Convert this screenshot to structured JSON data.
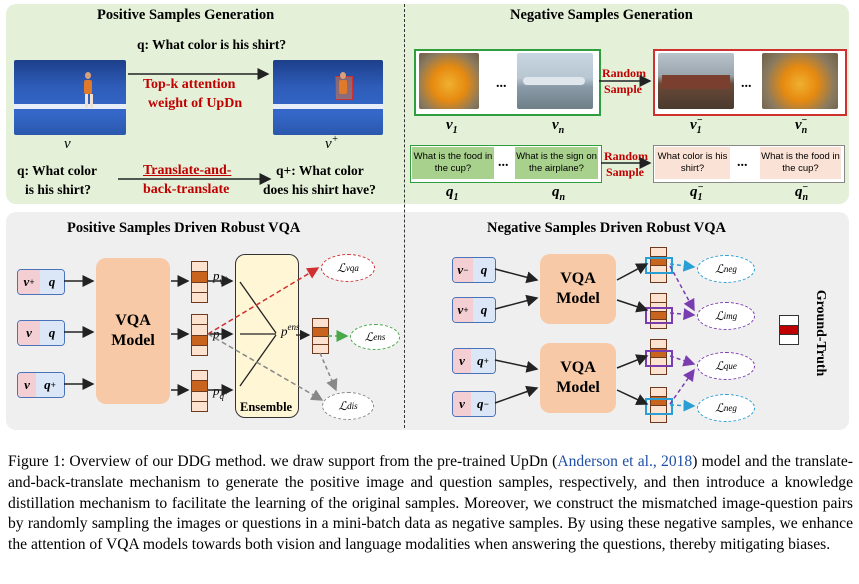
{
  "top_left": {
    "title": "Positive Samples Generation",
    "question": "q: What color is his shirt?",
    "attention_label_1": "Top-k attention",
    "attention_label_2": "weight of UpDn",
    "v_label": "v",
    "v_plus_label": "v+",
    "q_left_1": "q: What color",
    "q_left_2": "is his shirt?",
    "translate_label_1": "Translate-and-",
    "translate_label_2": "back-translate",
    "q_plus_1": "q+: What color",
    "q_plus_2": "does his shirt have?"
  },
  "top_right": {
    "title": "Negative Samples Generation",
    "random_1": "Random",
    "random_2": "Sample",
    "v1": "v1",
    "vn": "vn",
    "v1_neg": "v1−",
    "vn_neg": "vn−",
    "q_box_1": "What is the food in the cup?",
    "q_box_n": "What is the sign on the airplane?",
    "q_neg_1": "What color is his shirt?",
    "q_neg_n": "What is the food in the cup?",
    "q1": "q1",
    "qn": "qn",
    "q1_neg": "q1−",
    "qn_neg": "qn−",
    "dots": "..."
  },
  "bottom_left": {
    "title": "Positive Samples Driven Robust VQA",
    "model": "VQA Model",
    "ensemble": "Ensemble",
    "p_v_plus": "pv+",
    "p": "p",
    "p_q_plus": "pq+",
    "p_ens": "pens",
    "loss_vqa": "Lvqa",
    "loss_ens": "Lens",
    "loss_dis": "Ldis"
  },
  "bottom_right": {
    "title": "Negative Samples Driven Robust VQA",
    "model_1": "VQA Model",
    "model_2": "VQA Model",
    "loss_neg_1": "Lneg",
    "loss_img": "Limg",
    "loss_que": "Lque",
    "loss_neg_2": "Lneg",
    "ground_truth": "Ground-Truth"
  },
  "caption": {
    "text_1": "Figure 1: Overview of our DDG method. we draw support from the pre-trained UpDn (",
    "citation": "Anderson et al., 2018",
    "text_2": ") model and the translate-and-back-translate mechanism to generate the positive image and question samples, respectively, and then introduce a knowledge distillation mechanism to facilitate the learning of the original samples. Moreover, we construct the mismatched image-question pairs by randomly sampling the images or questions in a mini-batch data as negative samples. By using these negative samples, we enhance the attention of VQA models towards both vision and language modalities when answering the questions, thereby mitigating biases."
  },
  "colors": {
    "top_panel_bg": "#e4f0d8",
    "bottom_panel_bg": "#efefef",
    "accent_red": "#c00000",
    "model_fill": "#f8c9a6",
    "green_box": "#a9d18e",
    "pink_box": "#fbe2d6",
    "loss_red": "#d03030",
    "loss_green": "#4aa84a",
    "loss_gray": "#888888",
    "loss_blue": "#2a9fd6",
    "loss_purple": "#7a3db0"
  }
}
